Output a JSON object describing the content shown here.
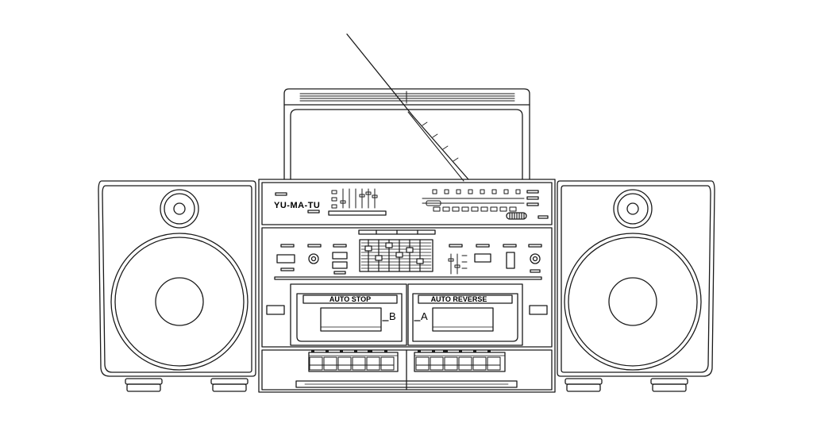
{
  "brand": {
    "name": "YU-MA-TU"
  },
  "decks": {
    "left": {
      "label": "AUTO STOP",
      "letter": "B"
    },
    "right": {
      "label": "AUTO REVERSE",
      "letter": "A"
    }
  },
  "colors": {
    "line": "#1a1a1a",
    "background": "#ffffff"
  },
  "parts": {
    "antenna": "antenna",
    "handle": "carry-handle",
    "speakers": [
      "left-speaker",
      "right-speaker"
    ],
    "tuner": "radio-tuner-panel",
    "equalizer": "graphic-equalizer",
    "cassette_decks": [
      "cassette-deck-b",
      "cassette-deck-a"
    ],
    "transport_buttons": [
      "deck-b-transport-keys",
      "deck-a-transport-keys"
    ]
  }
}
